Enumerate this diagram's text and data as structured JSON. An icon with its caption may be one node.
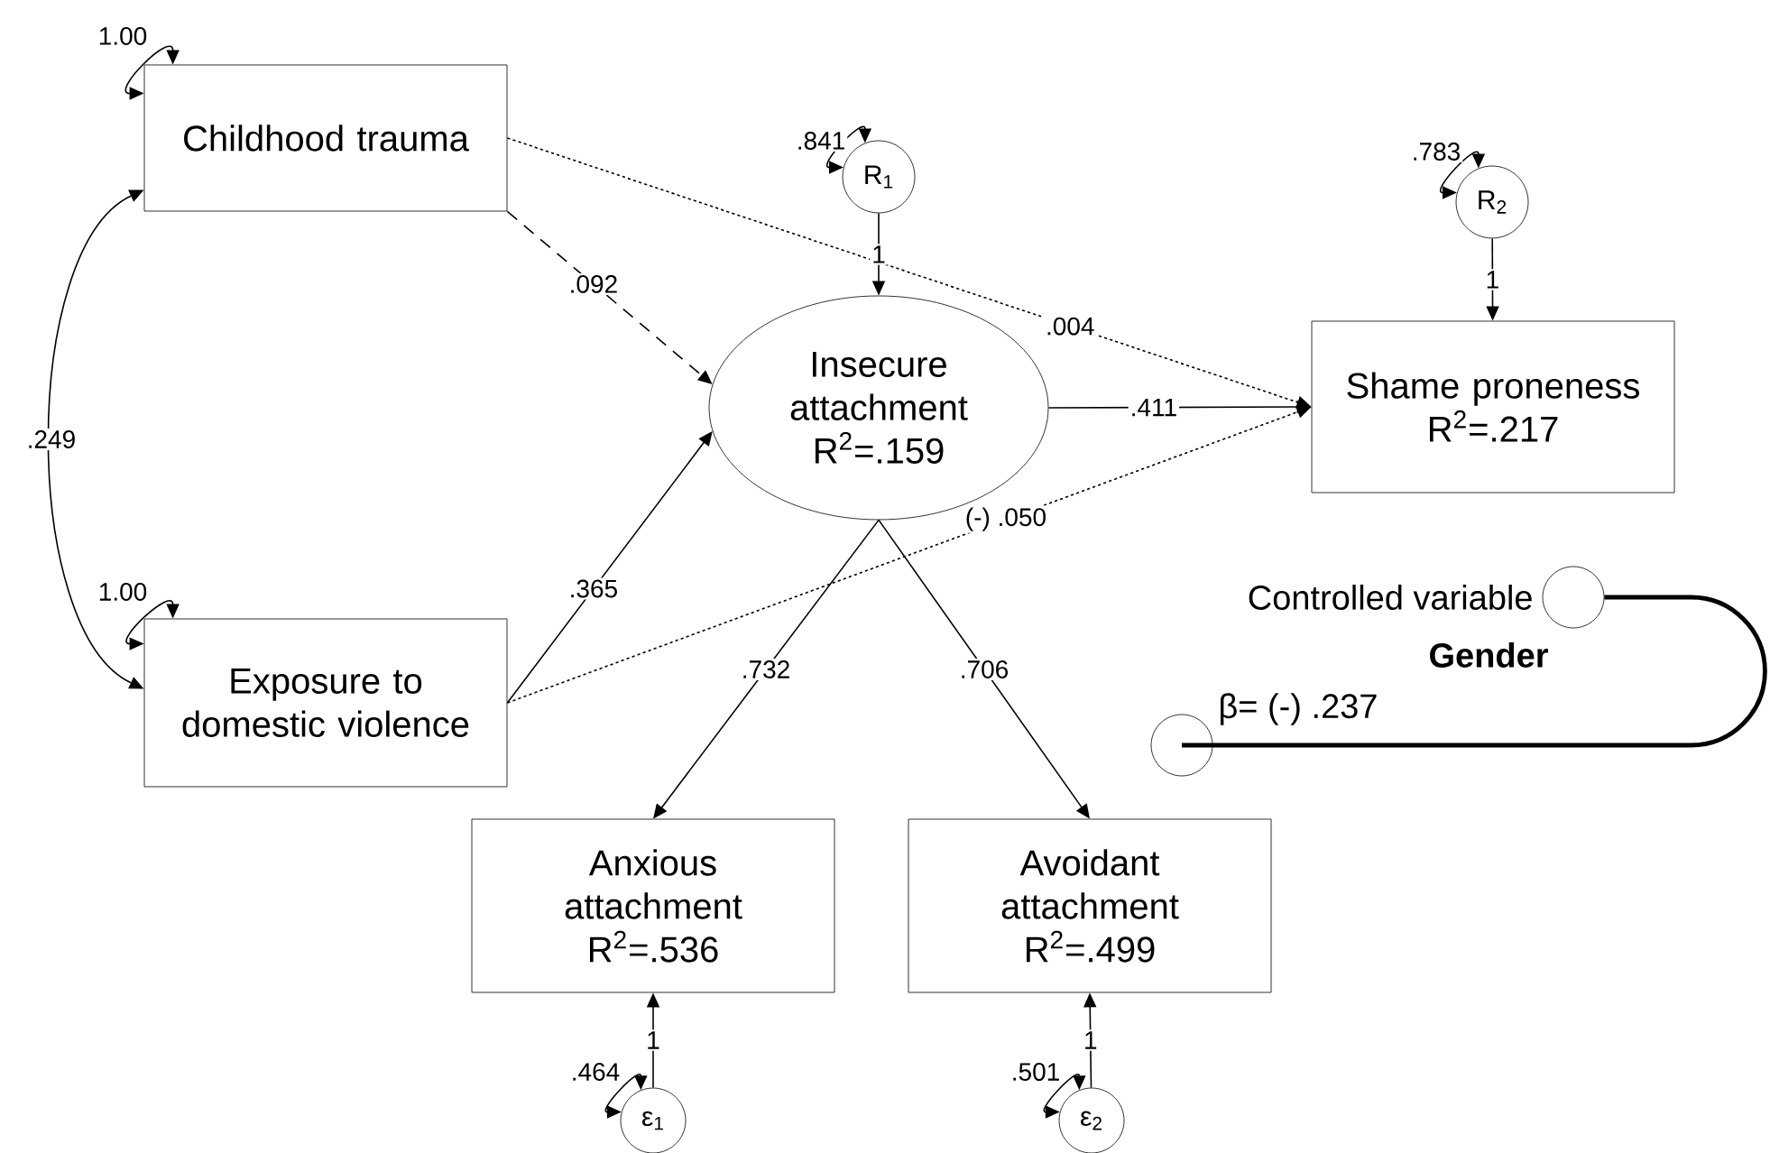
{
  "diagram": {
    "nodes": [
      {
        "text": [
          "Childhood trauma"
        ]
      },
      {
        "text": [
          "Exposure to domestic violence"
        ]
      },
      {
        "text": [
          "Insecure attachment",
          "R$^{2}$=.159"
        ]
      },
      {
        "text": [
          "Shame proneness",
          "R$^{2}$=.217"
        ]
      },
      {
        "text": [
          "Anxious attachment",
          "R$^{2}$=.536"
        ]
      },
      {
        "text": [
          "Avoidant attachment",
          "R$^{2}$=.499"
        ]
      },
      {
        "text": [
          "R$_{1}$"
        ]
      },
      {
        "text": [
          "R$_{2}$"
        ]
      },
      {
        "text": [
          "ε$_{1}$"
        ]
      },
      {
        "text": [
          "ε$_{2}$"
        ]
      },
      {
        "text": [],
        "shape": "circle",
        "beside": [
          "Controlled variable"
        ]
      },
      {
        "text": [],
        "shape": "circle",
        "beside": [
          "β= (-) .237"
        ]
      }
    ],
    "edges": [
      {
        "from": 0,
        "to": 1,
        "arrow": "both",
        "label": ".249"
      },
      {
        "from": 0,
        "to": 2,
        "arrow": "to",
        "label": ".092",
        "style": "dashed"
      },
      {
        "from": 0,
        "to": 3,
        "arrow": "to",
        "label": ".004",
        "style": "dashed"
      },
      {
        "from": 1,
        "to": 2,
        "arrow": "to",
        "label": ".365"
      },
      {
        "from": 1,
        "to": 3,
        "arrow": "to",
        "label": "(-) .050",
        "style": "dashed"
      },
      {
        "from": 2,
        "to": 3,
        "arrow": "to",
        "label": ".411"
      },
      {
        "from": 6,
        "to": 2,
        "arrow": "to",
        "label": "1"
      },
      {
        "from": 7,
        "to": 3,
        "arrow": "to",
        "label": "1"
      },
      {
        "from": 2,
        "to": 4,
        "arrow": "to",
        "label": ".732"
      },
      {
        "from": 2,
        "to": 5,
        "arrow": "to",
        "label": ".706"
      },
      {
        "from": 8,
        "to": 4,
        "arrow": "to",
        "label": "1"
      },
      {
        "from": 9,
        "to": 5,
        "arrow": "to",
        "label": "1"
      },
      {
        "from": 0,
        "to": 0,
        "arrow": "both",
        "label": "1.00"
      },
      {
        "from": 1,
        "to": 1,
        "arrow": "both",
        "label": "1.00"
      },
      {
        "from": 6,
        "to": 6,
        "arrow": "both",
        "label": ".841"
      },
      {
        "from": 7,
        "to": 7,
        "arrow": "both",
        "label": ".783"
      },
      {
        "from": 8,
        "to": 8,
        "arrow": "both",
        "label": ".464"
      },
      {
        "from": 9,
        "to": 9,
        "arrow": "both",
        "label": ".501"
      },
      {
        "from": 10,
        "to": 11,
        "arrow": "none",
        "style": "thick"
      }
    ],
    "labels": [
      "Gender"
    ]
  }
}
